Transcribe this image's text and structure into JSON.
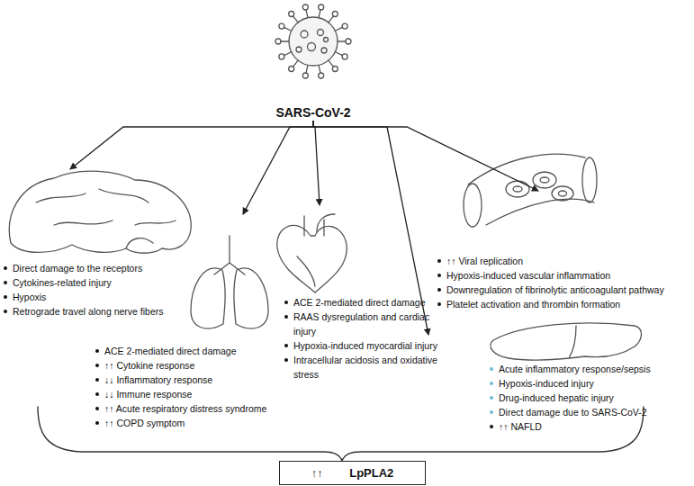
{
  "diagram": {
    "nodes": [
      {
        "text": [
          "SARS-CoV-2"
        ]
      },
      {
        "text": [
          "Direct damage to the receptors",
          "Cytokines-related injury",
          "Hypoxis",
          "Retrograde travel along nerve fibers"
        ]
      },
      {
        "text": [
          "ACE 2-mediated direct damage",
          "↑↑ Cytokine response",
          "↓↓ Inflammatory response",
          "↓↓ Immune response",
          "↑↑ Acute respiratory distress syndrome",
          "↑↑ COPD symptom"
        ]
      },
      {
        "text": [
          "ACE 2-mediated direct damage",
          "RAAS dysregulation and cardiac injury",
          "Hypoxia-induced myocardial injury",
          "Intracellular acidosis and oxidative stress"
        ]
      },
      {
        "text": [
          "↑↑ Viral replication",
          "Hypoxis-induced vascular inflammation",
          "Downregulation of fibrinolytic anticoagulant pathway",
          "Platelet activation and thrombin formation"
        ]
      },
      {
        "text": [
          "Acute inflammatory response/sepsis",
          "Hypoxis-induced injury",
          "Drug-induced hepatic injury",
          "Direct damage due to SARS-CoV-2",
          "↑↑ NAFLD"
        ]
      },
      {
        "text": [
          "↑↑ LpPLA2"
        ]
      }
    ],
    "edges": [
      {
        "from": 0,
        "to": 1,
        "arrow": "to"
      },
      {
        "from": 0,
        "to": 2,
        "arrow": "to"
      },
      {
        "from": 0,
        "to": 3,
        "arrow": "to"
      },
      {
        "from": 0,
        "to": 4,
        "arrow": "to"
      },
      {
        "from": 0,
        "to": 5,
        "arrow": "to"
      }
    ]
  }
}
